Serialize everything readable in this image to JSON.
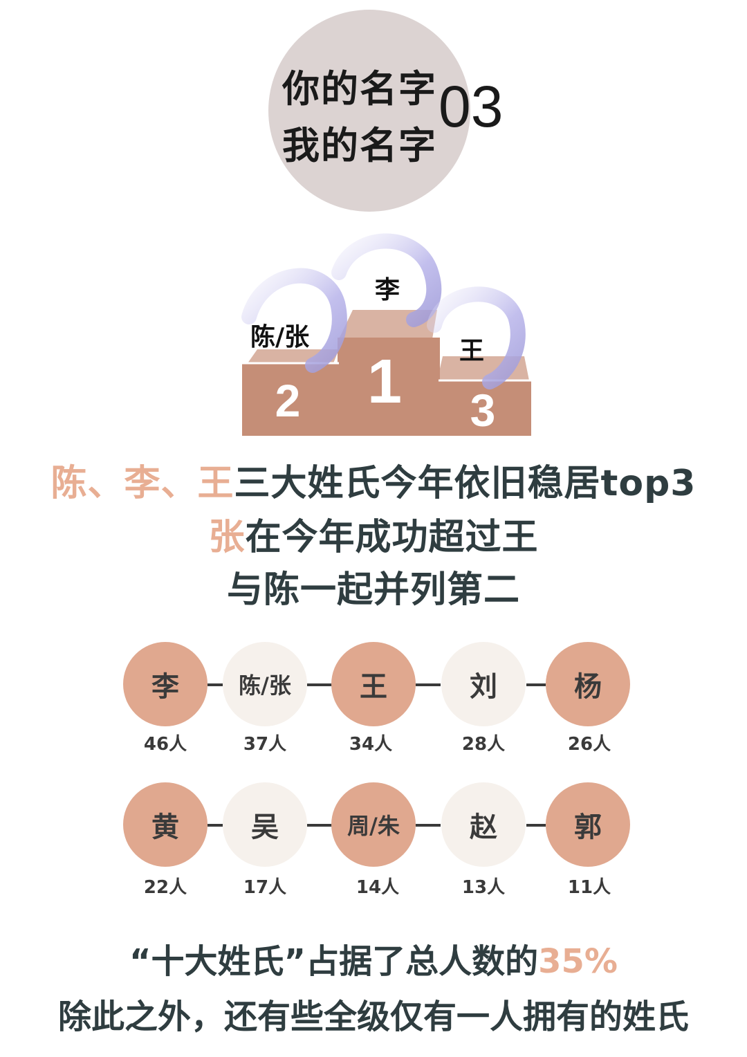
{
  "header": {
    "line1": "你的名字",
    "line2": "我的名字",
    "number": "03"
  },
  "podium": {
    "first_name": "李",
    "second_name": "陈/张",
    "third_name": "王",
    "first_num": "1",
    "second_num": "2",
    "third_num": "3"
  },
  "statement": {
    "line1_accent": "陈、李、王",
    "line1_rest": "三大姓氏今年依旧稳居top3",
    "line2_accent": "张",
    "line2_rest": "在今年成功超过王",
    "line3": "与陈一起并列第二"
  },
  "ranking": {
    "row1": [
      {
        "name": "李",
        "count": "46人"
      },
      {
        "name": "陈/张",
        "count": "37人"
      },
      {
        "name": "王",
        "count": "34人"
      },
      {
        "name": "刘",
        "count": "28人"
      },
      {
        "name": "杨",
        "count": "26人"
      }
    ],
    "row2": [
      {
        "name": "黄",
        "count": "22人"
      },
      {
        "name": "吴",
        "count": "17人"
      },
      {
        "name": "周/朱",
        "count": "14人"
      },
      {
        "name": "赵",
        "count": "13人"
      },
      {
        "name": "郭",
        "count": "11人"
      }
    ]
  },
  "bottom": {
    "line1_text": "“十大姓氏”占据了总人数的",
    "line1_accent": "35%",
    "line2": "除此之外，还有些全级仅有一人拥有的姓氏"
  },
  "colors": {
    "accent": "#e8ae93",
    "podium": "#c58e77",
    "brush": "#a9a6e0",
    "dark_circle": "#e0a88f",
    "light_circle": "#f6f1ec",
    "header_circle": "#dcd3d2"
  }
}
